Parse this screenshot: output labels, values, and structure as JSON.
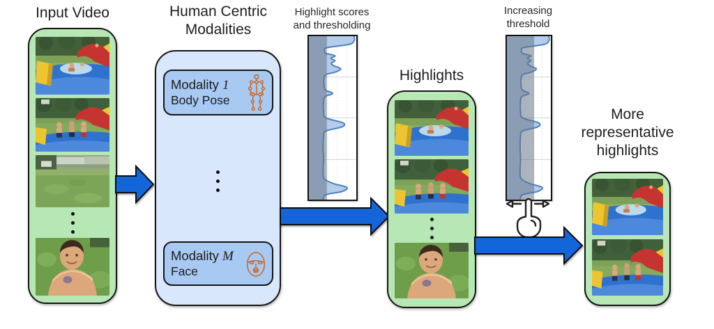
{
  "input_video": {
    "title": "Input Video"
  },
  "modalities": {
    "title_lines": [
      "Human Centric",
      "Modalities"
    ],
    "items": [
      {
        "label": "Modality",
        "variable": "1",
        "sublabel": "Body Pose",
        "icon": "body-pose-skeleton-icon"
      },
      {
        "label": "Modality",
        "variable": "M",
        "sublabel": "Face",
        "icon": "face-mesh-icon"
      }
    ]
  },
  "score_plot": {
    "caption_lines": [
      "Highlight scores",
      "and thresholding"
    ]
  },
  "highlights": {
    "title": "Highlights"
  },
  "threshold_plot": {
    "caption_lines": [
      "Increasing",
      "threshold"
    ],
    "gesture_icon": "swipe-horizontal-hand-icon"
  },
  "more_highlights": {
    "title_lines": [
      "More",
      "representative",
      "highlights"
    ]
  },
  "colors": {
    "text": "#1c1c1c",
    "panel_green": "#b7e7b4",
    "panel_border": "#141414",
    "modalities_bg": "#d8e7fb",
    "modality_box_bg": "#a7c9f2",
    "arrow_blue": "#1465da",
    "signal_stroke": "#4a7fc1",
    "signal_fill": "#b5cdea",
    "threshold_band": "rgba(104,118,137,0.55)",
    "pose_icon_orange": "#cc6622"
  },
  "chart_data": [
    {
      "type": "area",
      "title": "Highlight scores and thresholding",
      "orientation": "vertical: time runs top-to-bottom, highlight score runs left-to-right",
      "x_time_normalized": [
        0,
        0.025,
        0.05,
        0.07,
        0.09,
        0.105,
        0.12,
        0.135,
        0.15,
        0.165,
        0.18,
        0.2,
        0.22,
        0.235,
        0.26,
        0.3,
        0.33,
        0.35,
        0.37,
        0.4,
        0.46,
        0.5,
        0.53,
        0.555,
        0.58,
        0.61,
        0.68,
        0.75,
        0.82,
        0.87,
        0.9,
        0.925,
        0.95,
        0.97,
        1
      ],
      "score_normalized": [
        0.95,
        0.96,
        0.85,
        0.38,
        0.33,
        0.36,
        0.55,
        0.46,
        0.55,
        0.47,
        0.52,
        0.67,
        0.55,
        0.36,
        0.32,
        0.32,
        0.35,
        0.5,
        0.34,
        0.31,
        0.31,
        0.36,
        0.72,
        0.7,
        0.36,
        0.31,
        0.3,
        0.31,
        0.3,
        0.32,
        0.5,
        0.8,
        0.7,
        0.36,
        0.3
      ],
      "threshold_normalized": 0.38,
      "grid_t": [
        0.25,
        0.5,
        0.755
      ],
      "grid_v": [
        0.2,
        0.4,
        0.6,
        0.8
      ],
      "legend": "off"
    },
    {
      "type": "area",
      "title": "Increasing threshold",
      "orientation": "vertical: same signal as first plot",
      "signal": "same as chart 0",
      "threshold_normalized": 0.62,
      "grid_t": [
        0.25,
        0.5,
        0.755
      ],
      "grid_v": [
        0.2,
        0.4,
        0.6,
        0.8
      ],
      "legend": "off"
    }
  ]
}
